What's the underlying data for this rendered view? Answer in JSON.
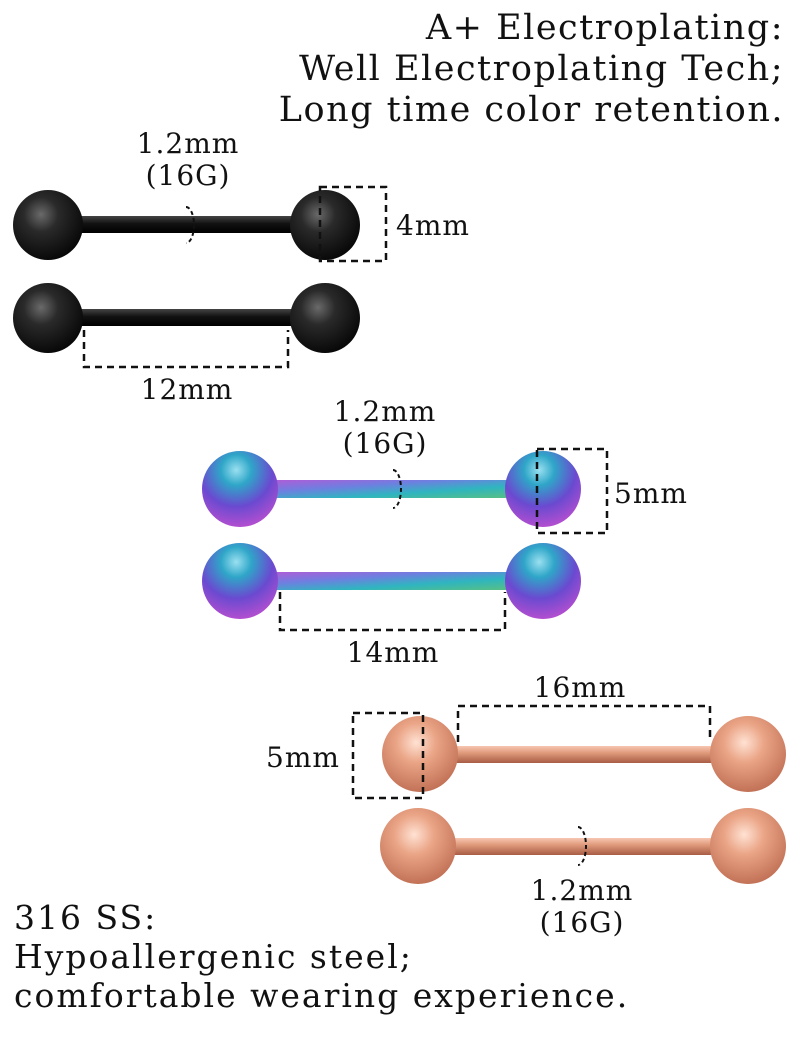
{
  "top_caption": {
    "line1": "A+ Electroplating:",
    "line2": "Well Electroplating Tech;",
    "line3": "Long time color retention."
  },
  "bottom_caption": {
    "line1": "316 SS:",
    "line2": "Hypoallergenic steel;",
    "line3": "comfortable wearing experience."
  },
  "black_set": {
    "gauge_line1": "1.2mm",
    "gauge_line2": "(16G)",
    "ball_size": "4mm",
    "bar_length": "12mm"
  },
  "rainbow_set": {
    "gauge_line1": "1.2mm",
    "gauge_line2": "(16G)",
    "ball_size": "5mm",
    "bar_length": "14mm"
  },
  "rosegold_set": {
    "bar_length": "16mm",
    "ball_size": "5mm",
    "gauge_line1": "1.2mm",
    "gauge_line2": "(16G)"
  },
  "colors": {
    "black": "#111111",
    "rainbow_blue": "#2fa6c8",
    "rainbow_purple": "#8a3fc9",
    "rose_gold": "#e09a7c"
  }
}
